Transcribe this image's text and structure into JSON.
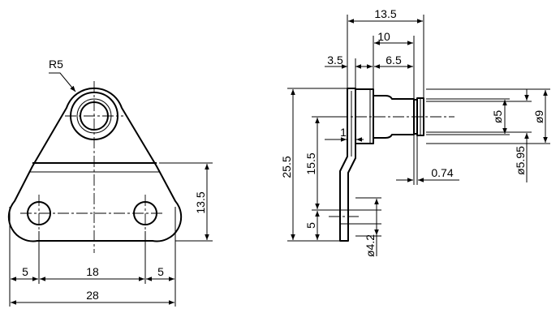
{
  "front_view": {
    "radius_label": "R5",
    "width_segments": [
      "5",
      "18",
      "5"
    ],
    "total_width": "28",
    "height": "13.5"
  },
  "side_view": {
    "top_dims": [
      "13.5",
      "10",
      "3.5",
      "6.5"
    ],
    "overall_height": "25.5",
    "mid_height": "15.5",
    "foot_height": "5",
    "offset": "1",
    "groove_width": "0.74",
    "shaft_diameter": "ø5",
    "groove_diameter": "ø5.95",
    "shoulder_diameter": "ø9",
    "hole_diameter": "ø4.2"
  }
}
